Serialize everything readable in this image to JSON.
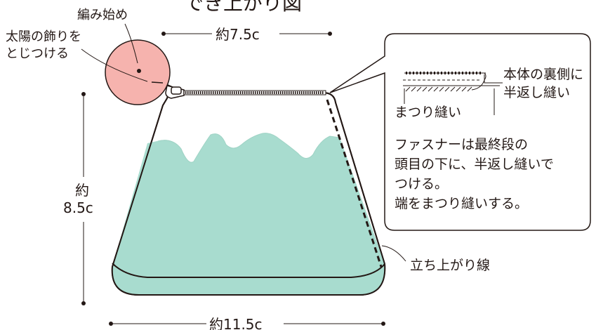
{
  "title": "でき上がり図",
  "labels": {
    "start": "編み始め",
    "sun_line1": "太陽の飾りを",
    "sun_line2": "とじつける",
    "width_top": "約7.5c",
    "height_line1": "約",
    "height_line2": "8.5c",
    "width_bottom": "約11.5c",
    "rise_line": "立ち上がり線"
  },
  "callout": {
    "inset_right_line1": "本体の裏側に",
    "inset_right_line2": "半返し縫い",
    "inset_left": "まつり縫い",
    "note_lines": [
      "ファスナーは最終段の",
      "頭目の下に、半返し縫いで",
      "つける。",
      "端をまつり縫いする。"
    ]
  },
  "colors": {
    "mint": "#a8dccf",
    "sun_pink": "#f6b3ae",
    "line": "#231815",
    "white": "#ffffff"
  }
}
